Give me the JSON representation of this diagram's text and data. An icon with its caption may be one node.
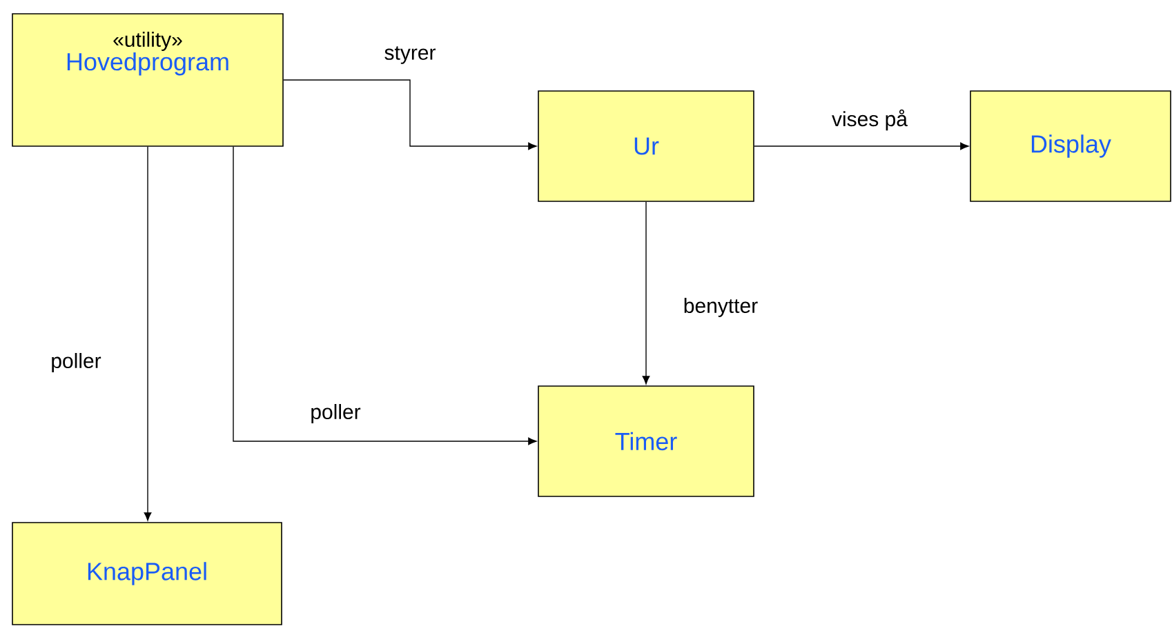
{
  "diagram": {
    "nodes": [
      {
        "text": [
          "«utility»",
          "Hovedprogram"
        ]
      },
      {
        "text": [
          "Ur"
        ]
      },
      {
        "text": [
          "Display"
        ]
      },
      {
        "text": [
          "Timer"
        ]
      },
      {
        "text": [
          "KnapPanel"
        ]
      }
    ],
    "edges": [
      {
        "from": 0,
        "to": 1,
        "arrow": "to",
        "label": "styrer"
      },
      {
        "from": 1,
        "to": 2,
        "arrow": "to",
        "label": "vises på"
      },
      {
        "from": 1,
        "to": 3,
        "arrow": "to",
        "label": "benytter"
      },
      {
        "from": 0,
        "to": 4,
        "arrow": "to",
        "label": "poller"
      },
      {
        "from": 0,
        "to": 3,
        "arrow": "to",
        "label": "poller"
      }
    ]
  }
}
